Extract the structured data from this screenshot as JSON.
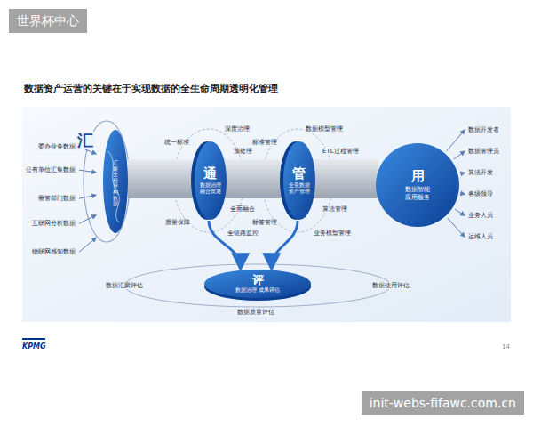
{
  "diagram": {
    "title": "数据资产运营的关键在于实现数据的全生命周期透明化管理",
    "nodes": [
      {
        "text": [
          "汇",
          "汇聚全程 异构数据"
        ]
      },
      {
        "text": [
          "通",
          "数据治理 融合贯通"
        ]
      },
      {
        "text": [
          "管",
          "全景数据 资产管理"
        ]
      },
      {
        "text": [
          "用",
          "数据智能 应用服务"
        ]
      },
      {
        "text": [
          "评",
          "数据治理 成果评估"
        ]
      }
    ],
    "edges": [
      {
        "from": 0,
        "to": 1,
        "arrow": "none"
      },
      {
        "from": 1,
        "to": 2,
        "arrow": "none"
      },
      {
        "from": 2,
        "to": 3,
        "arrow": "none"
      },
      {
        "from": 1,
        "to": 4,
        "arrow": "to"
      },
      {
        "from": 2,
        "to": 4,
        "arrow": "to"
      }
    ],
    "labels": [
      "世界杯中心",
      "委办业务数据",
      "公有单位汇集数据",
      "垂管部门数据",
      "互联网分析数据",
      "物联网感知数据",
      "统一标准",
      "深度治理",
      "预处理",
      "全面融合",
      "质量保障",
      "全链路监控",
      "数据模型管理",
      "标准管理",
      "ETL过程管理",
      "算法管理",
      "标签管理",
      "业务模型管理",
      "数据开发者",
      "数据管理员",
      "算法开发",
      "各级领导",
      "业务人员",
      "运维人员",
      "数据汇聚评估",
      "数据使用评估",
      "数据质量评估",
      "KPMG",
      "14",
      "init-webs-fifawc.com.cn"
    ]
  }
}
